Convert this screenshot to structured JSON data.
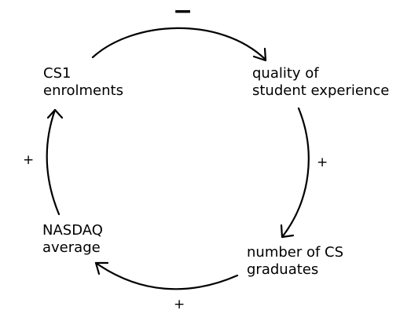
{
  "nodes": {
    "cs1": {
      "line1": "CS1",
      "line2": "enrolments"
    },
    "quality": {
      "line1": "quality of",
      "line2": "student experience"
    },
    "graduates": {
      "line1": "number of CS",
      "line2": "graduates"
    },
    "nasdaq": {
      "line1": "NASDAQ",
      "line2": "average"
    }
  },
  "links": {
    "cs1_to_quality": {
      "polarity": "−"
    },
    "quality_to_graduates": {
      "polarity": "+"
    },
    "graduates_to_nasdaq": {
      "polarity": "+"
    },
    "nasdaq_to_cs1": {
      "polarity": "+"
    }
  },
  "colors": {
    "stroke": "#000000",
    "background": "#ffffff"
  }
}
